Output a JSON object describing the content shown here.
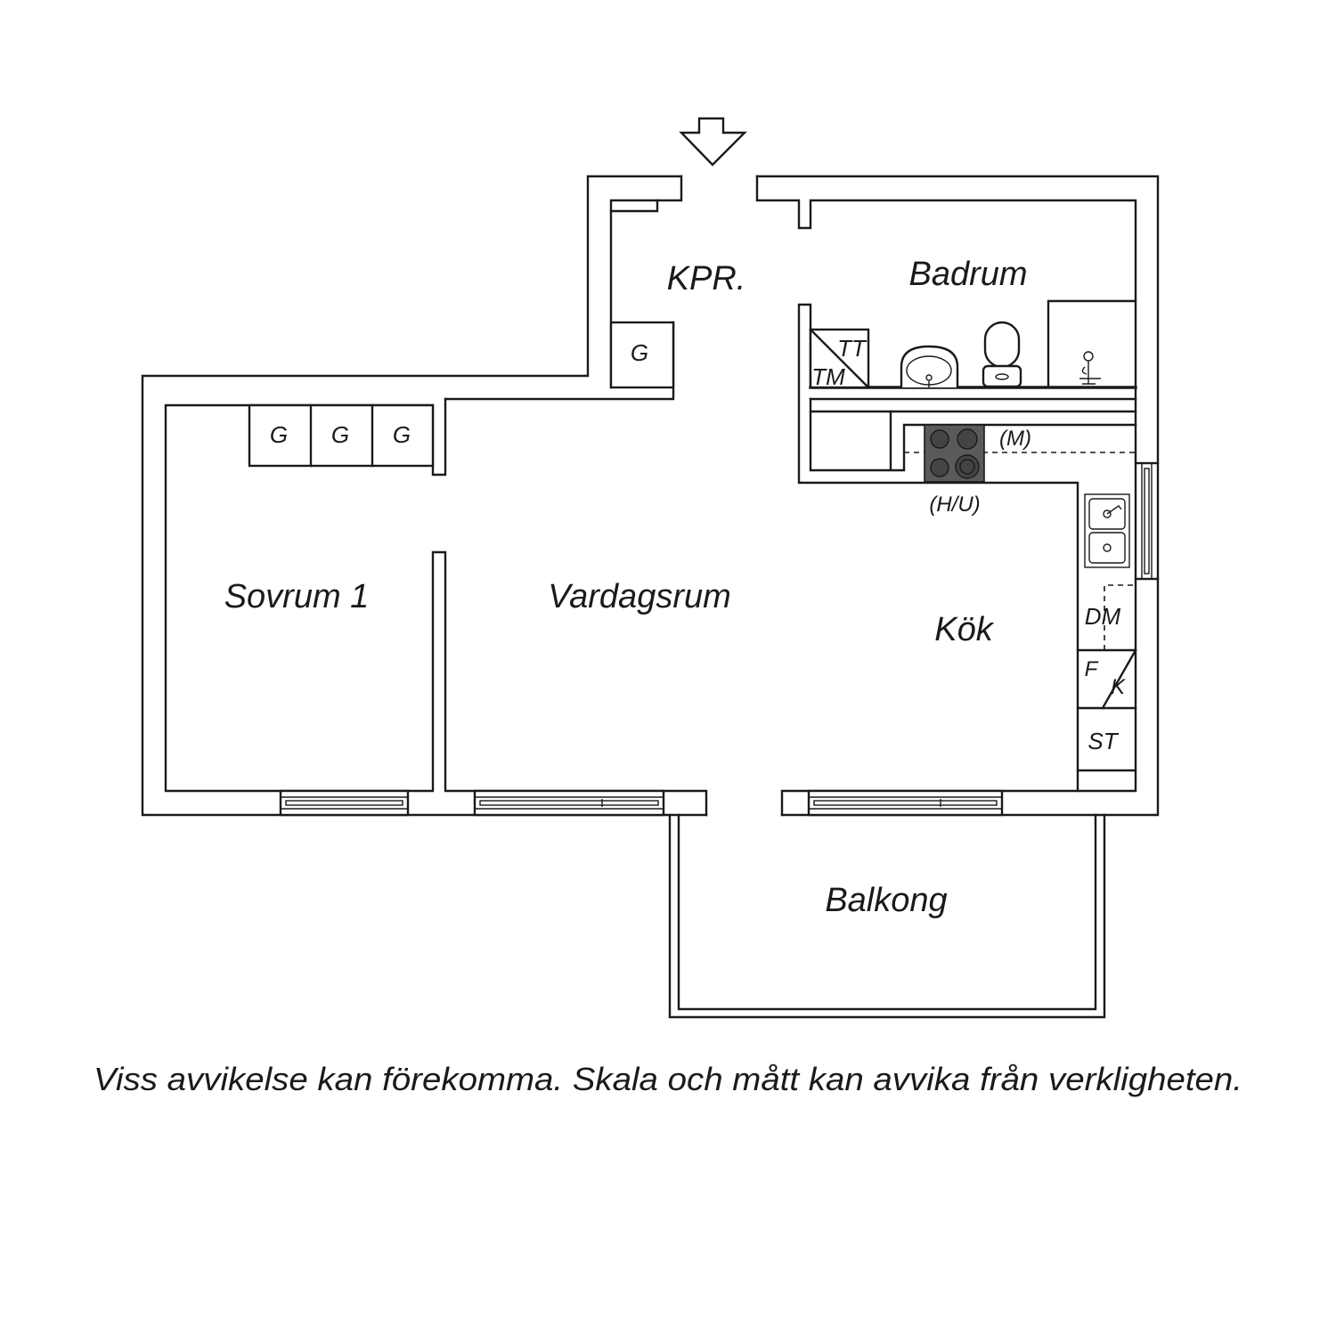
{
  "rooms": {
    "entrance": "KPR.",
    "bathroom": "Badrum",
    "bedroom": "Sovrum 1",
    "living_room": "Vardagsrum",
    "kitchen": "Kök",
    "balcony": "Balkong"
  },
  "wardrobes": [
    "G",
    "G",
    "G",
    "G"
  ],
  "bathroom_fixtures": {
    "dryer": "TT",
    "washer": "TM"
  },
  "kitchen_fixtures": {
    "wall_cabinet": "(M)",
    "hob": "(H/U)",
    "dishwasher": "DM",
    "fridge": "F",
    "freezer": "K",
    "storage": "ST"
  },
  "disclaimer": "Viss avvikelse kan förekomma. Skala och mått kan avvika från verkligheten.",
  "icons": [
    "entrance-arrow-icon",
    "toilet-icon",
    "washbasin-icon",
    "shower-icon",
    "sink-icon",
    "hob-icon"
  ],
  "colors": {
    "line": "#1a1a1a",
    "background": "#ffffff",
    "hob": "#5a5a5a"
  }
}
